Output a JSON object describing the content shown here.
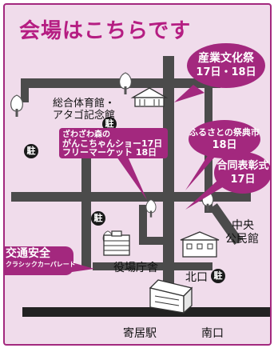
{
  "title": "会場はこちらです",
  "venues": {
    "gym_line1": "総合体育館・",
    "gym_line2": "アタゴ記念館",
    "city_hall": "役場庁舎",
    "community_center_line1": "中央",
    "community_center_line2": "公民館"
  },
  "callouts": {
    "industry_festival_name": "産業文化祭",
    "industry_festival_dates": "17日・18日",
    "furusato_market_name": "ふるさとの祭典市",
    "furusato_market_date": "18日",
    "awards_name": "合同表彰式",
    "awards_date": "17日",
    "zawazawa_line1": "ざわざわ森の",
    "zawazawa_line2": "がんこちゃんショー17日",
    "flea_market": "フリーマーケット 18日",
    "traffic_safety_line1": "交通安全",
    "traffic_safety_line2": "クラシックカーパレード"
  },
  "station": {
    "name": "寄居駅",
    "south_exit": "南口",
    "north_exit": "北口"
  },
  "parking_label": "駐",
  "colors": {
    "accent": "#a3287e",
    "road": "#4b4b4b",
    "background": "#f0dceb"
  }
}
